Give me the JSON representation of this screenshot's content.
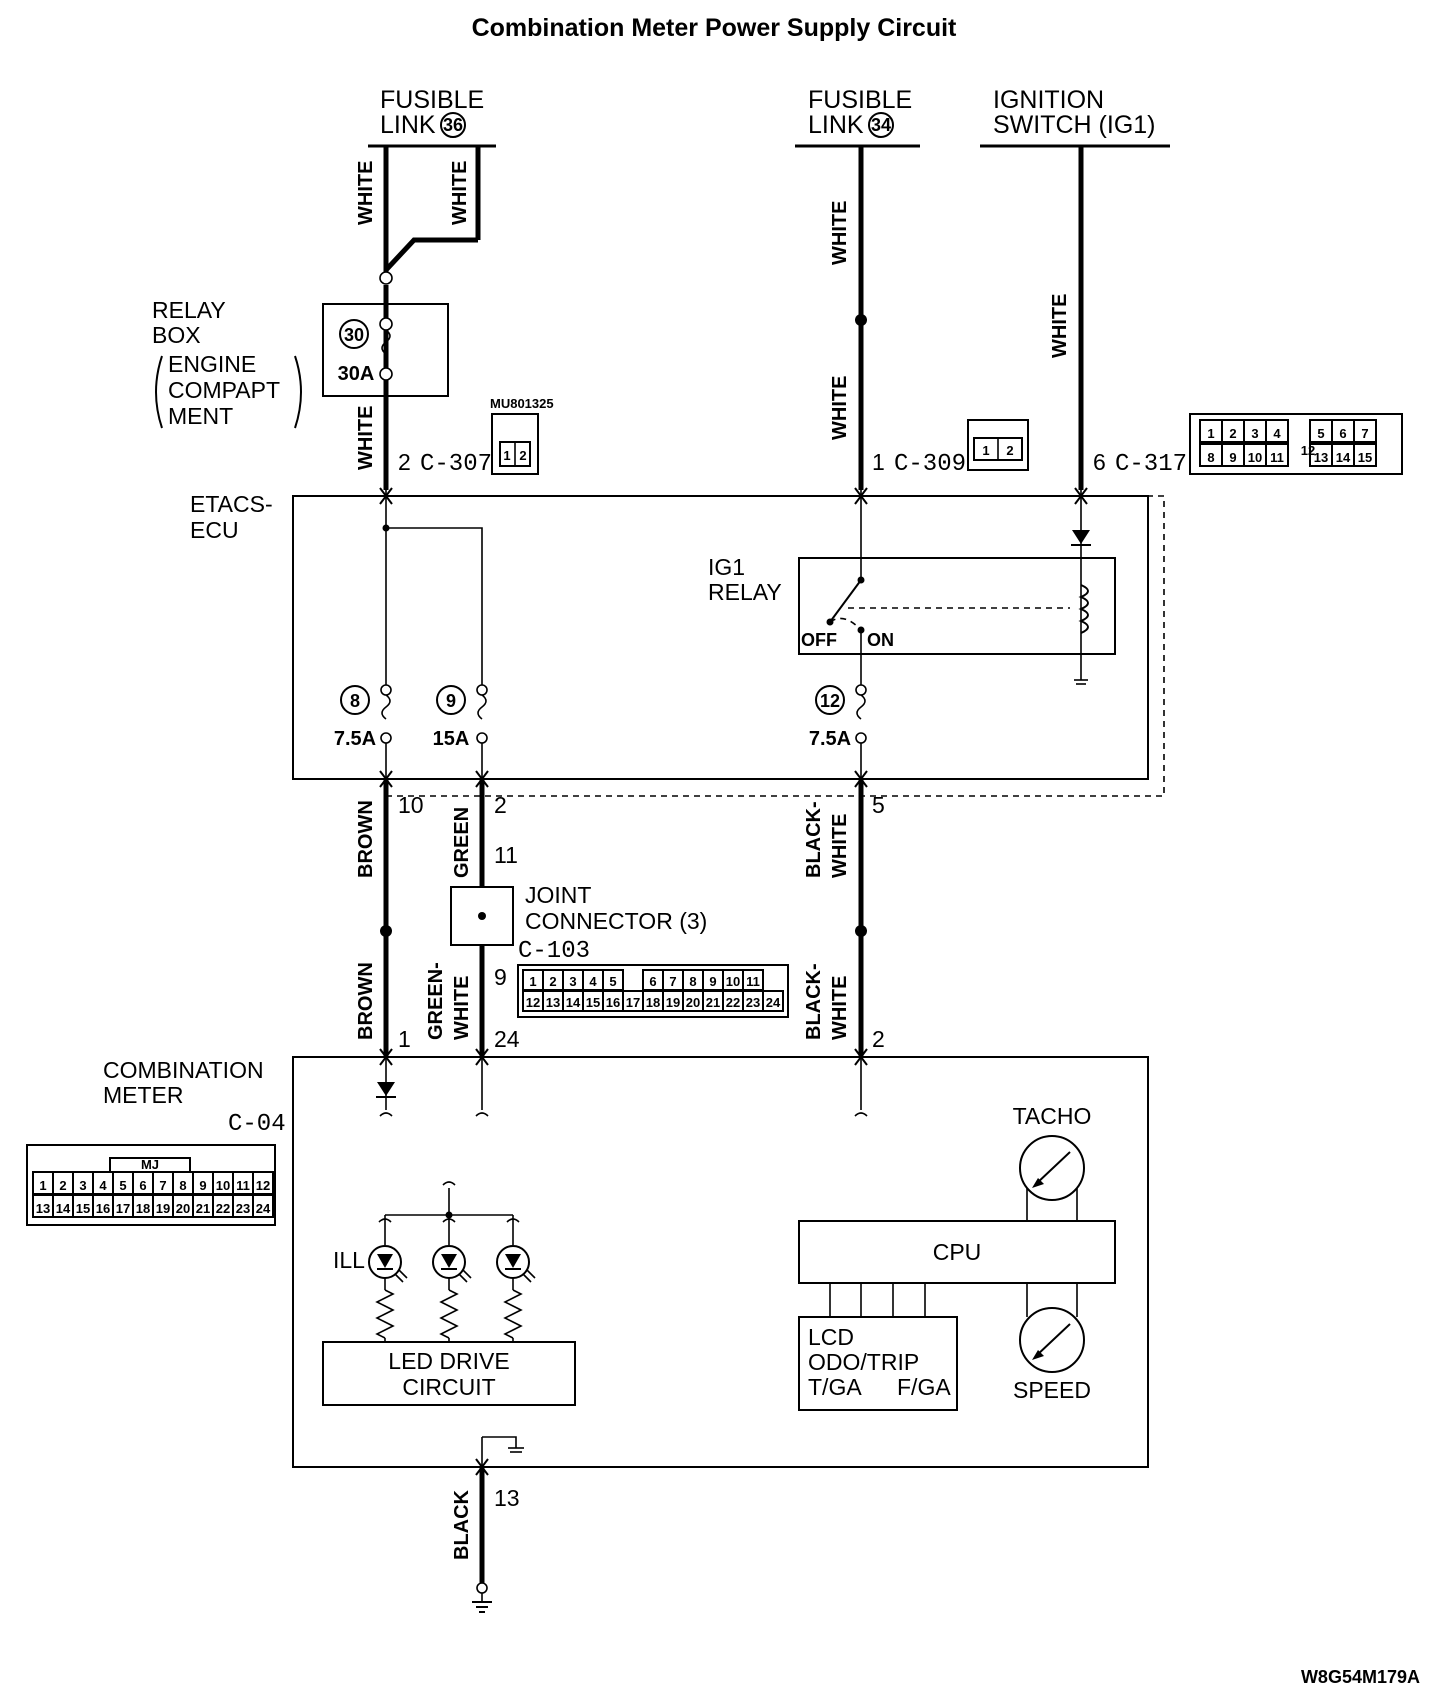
{
  "title": "Combination Meter Power Supply Circuit",
  "figure_id": "W8G54M179A",
  "sources": {
    "fusible_link_36": {
      "line1": "FUSIBLE",
      "line2": "LINK",
      "num": "36"
    },
    "fusible_link_34": {
      "line1": "FUSIBLE",
      "line2": "LINK",
      "num": "34"
    },
    "ignition_switch": {
      "line1": "IGNITION",
      "line2": "SWITCH (IG1)"
    }
  },
  "relay_box": {
    "lines": [
      "RELAY",
      "BOX",
      "ENGINE",
      "COMPAPT",
      "MENT"
    ],
    "fuse_num": "30",
    "fuse_rating": "30A"
  },
  "connectors": {
    "c307": {
      "pin": "2",
      "name": "C-307",
      "part": "MU801325",
      "pins": [
        "1",
        "2"
      ]
    },
    "c309": {
      "pin": "1",
      "name": "C-309",
      "pins": [
        "1",
        "2"
      ]
    },
    "c317": {
      "pin": "6",
      "name": "C-317",
      "row1": [
        "1",
        "2",
        "3",
        "4",
        "",
        "5",
        "6",
        "7"
      ],
      "row2": [
        "8",
        "9",
        "10",
        "11",
        "",
        "13",
        "14",
        "15"
      ],
      "center": "12"
    },
    "c103": {
      "name": "C-103",
      "row1": [
        "1",
        "2",
        "3",
        "4",
        "5",
        "",
        "6",
        "7",
        "8",
        "9",
        "10",
        "11"
      ],
      "row2": [
        "12",
        "13",
        "14",
        "15",
        "16",
        "17",
        "18",
        "19",
        "20",
        "21",
        "22",
        "23",
        "24"
      ]
    },
    "c04": {
      "name": "C-04",
      "tag": "MJ",
      "row1": [
        "1",
        "2",
        "3",
        "4",
        "5",
        "6",
        "7",
        "8",
        "9",
        "10",
        "11",
        "12"
      ],
      "row2": [
        "13",
        "14",
        "15",
        "16",
        "17",
        "18",
        "19",
        "20",
        "21",
        "22",
        "23",
        "24"
      ]
    }
  },
  "etacs": {
    "lines": [
      "ETACS-",
      "ECU"
    ],
    "relay_lines": [
      "IG1",
      "RELAY"
    ],
    "relay_off": "OFF",
    "relay_on": "ON",
    "fuses": [
      {
        "num": "8",
        "rating": "7.5A"
      },
      {
        "num": "9",
        "rating": "15A"
      },
      {
        "num": "12",
        "rating": "7.5A"
      }
    ],
    "out_pins": [
      "10",
      "2",
      "5"
    ]
  },
  "joint_connector": {
    "lines": [
      "JOINT",
      "CONNECTOR (3)"
    ],
    "pin_in": "11",
    "pin_out": "9"
  },
  "wires": {
    "white": "WHITE",
    "brown": "BROWN",
    "green": "GREEN",
    "green_white_1": "GREEN-",
    "green_white_2": "WHITE",
    "black_white_1": "BLACK-",
    "black_white_2": "WHITE",
    "black": "BLACK"
  },
  "meter": {
    "lines": [
      "COMBINATION",
      "METER"
    ],
    "pins": [
      "1",
      "24",
      "2"
    ],
    "ground_pin": "13",
    "ill": "ILL",
    "led_drive": [
      "LED DRIVE",
      "CIRCUIT"
    ],
    "cpu": "CPU",
    "lcd": [
      "LCD",
      "ODO/TRIP",
      "T/GA",
      "F/GA"
    ],
    "tacho": "TACHO",
    "speed": "SPEED"
  }
}
